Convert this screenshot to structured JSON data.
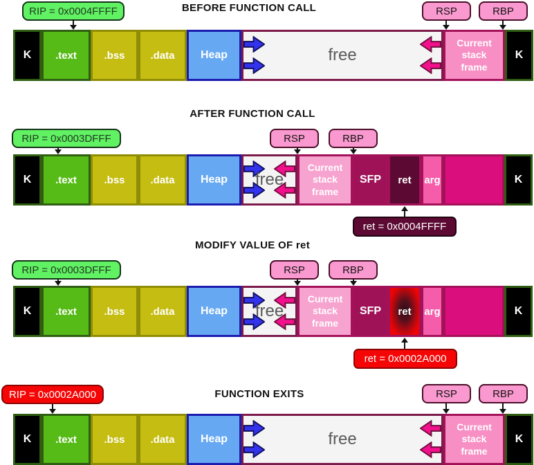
{
  "colors": {
    "k_border": "#2f5e12",
    "text_green": "#56bb17",
    "olive": "#c6bd12",
    "olive_border": "#8f8d05",
    "heap_blue": "#66a8f2",
    "heap_border": "#1b1bb0",
    "free_bg": "#f5f4f5",
    "free_border": "#7c1a4b",
    "stack_pink": "#f78fc4",
    "stack_pink_light": "#f7a3cf",
    "stack_border": "#a31158",
    "sfp": "#a01258",
    "ret_dark": "#5c0a33",
    "arg_pink": "#f55ca9",
    "frame_rest": "#db0e7e",
    "tag_pink": "#fa99cf",
    "rip_green": "#61f263",
    "alert_red": "#f50505",
    "arrow_blue": "#3333ee",
    "arrow_pink": "#f2108c"
  },
  "labels": {
    "k": "K",
    "text": ".text",
    "bss": ".bss",
    "data": ".data",
    "heap": "Heap",
    "free": "free",
    "stack": "Current stack frame",
    "sfp": "SFP",
    "ret": "ret",
    "arg": "arg",
    "rsp": "RSP",
    "rbp": "RBP"
  },
  "sections": [
    {
      "title": "BEFORE FUNCTION CALL",
      "rip": "RIP = 0x0004FFFF"
    },
    {
      "title": "AFTER FUNCTION CALL",
      "rip": "RIP = 0x0003DFFF",
      "ret_note": "ret = 0x0004FFFF"
    },
    {
      "title": "MODIFY VALUE OF ret",
      "rip": "RIP = 0x0003DFFF",
      "ret_note": "ret = 0x0002A000"
    },
    {
      "title": "FUNCTION EXITS",
      "rip": "RIP = 0x0002A000"
    }
  ]
}
